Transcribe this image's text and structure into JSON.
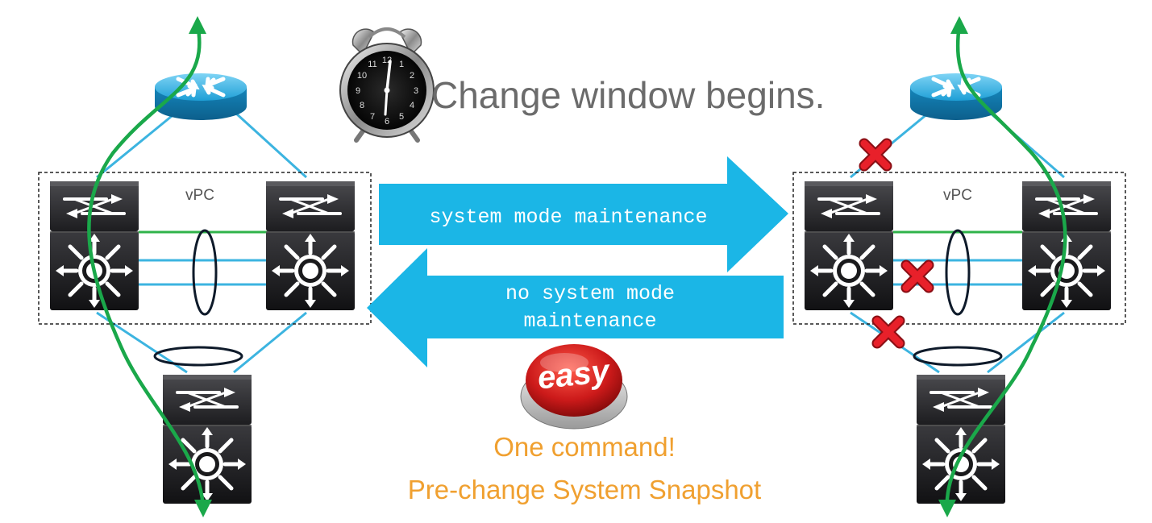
{
  "headline": "Change window begins.",
  "vpc_label_left": "vPC",
  "vpc_label_right": "vPC",
  "arrow_forward_command": "system mode maintenance",
  "arrow_back_command_line1": "no system mode",
  "arrow_back_command_line2": "maintenance",
  "easy_button_text": "easy",
  "tagline_1": "One command!",
  "tagline_2": "Pre-change System Snapshot",
  "colors": {
    "headline": "#6b6b6b",
    "arrow": "#1bb6e6",
    "arrow_text": "#ffffff",
    "tagline": "#f0a030",
    "traffic_path": "#1aa84a",
    "link": "#3cb4e0",
    "vpc_link": "#2fb34a",
    "router": "#1e9fd6",
    "switch": "#1c1c1e",
    "fault_mark": "#e8202a",
    "easy_button": "#cc1a1a"
  },
  "icons": [
    "clock-icon",
    "router-icon",
    "switch-icon",
    "easy-button-icon",
    "fault-x-icon"
  ]
}
